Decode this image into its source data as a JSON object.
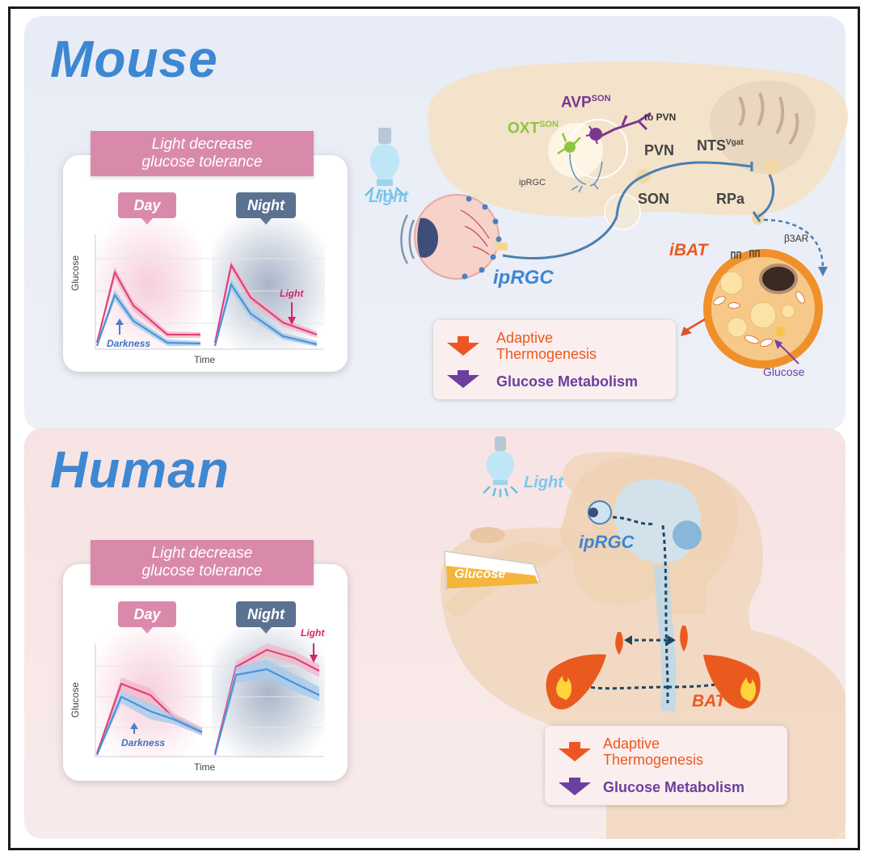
{
  "mouse": {
    "title": "Mouse",
    "card": {
      "title_line1": "Light decrease",
      "title_line2": "glucose tolerance",
      "day_label": "Day",
      "night_label": "Night",
      "y_label": "Glucose",
      "x_label": "Time",
      "darkness_label": "Darkness",
      "light_label": "Light"
    },
    "diagram": {
      "light_label": "Light",
      "avp_label": "AVP",
      "avp_sup": "SON",
      "oxt_label": "OXT",
      "oxt_sup": "SON",
      "to_pvn_label": "to PVN",
      "pvn_label": "PVN",
      "son_label": "SON",
      "nts_label": "NTS",
      "nts_sup": "Vgat",
      "rpa_label": "RPa",
      "iprgc_small_label": "ipRGC",
      "iprgc_label": "ipRGC",
      "ibat_label": "iBAT",
      "b3ar_label": "β3AR",
      "glucose_label": "Glucose"
    },
    "outcomes": {
      "thermo_line1": "Adaptive",
      "thermo_line2": "Thermogenesis",
      "glucose": "Glucose Metabolism"
    }
  },
  "human": {
    "title": "Human",
    "card": {
      "title_line1": "Light decrease",
      "title_line2": "glucose tolerance",
      "day_label": "Day",
      "night_label": "Night",
      "y_label": "Glucose",
      "x_label": "Time",
      "darkness_label": "Darkness",
      "light_label": "Light"
    },
    "diagram": {
      "light_label": "Light",
      "iprgc_label": "ipRGC",
      "glucose_label": "Glucose",
      "bat_label": "BAT"
    },
    "outcomes": {
      "thermo_line1": "Adaptive",
      "thermo_line2": "Thermogenesis",
      "glucose": "Glucose Metabolism"
    }
  },
  "colors": {
    "title_blue": "#3d87d3",
    "light_series": "#e0427a",
    "dark_series": "#4b93d6",
    "day_pill": "#d98aab",
    "night_pill": "#5b7190",
    "thermo_arrow": "#ef5524",
    "glucose_arrow": "#6b3fa0",
    "ibat_orange": "#f0902a"
  }
}
